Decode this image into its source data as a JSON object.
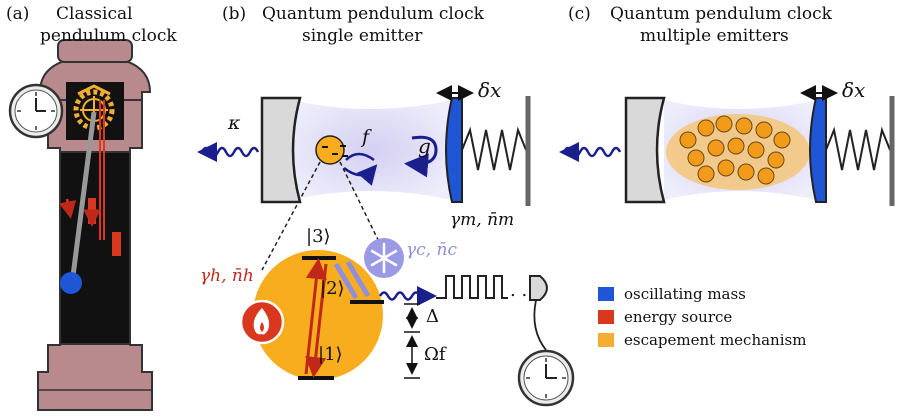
{
  "panels": {
    "a": {
      "tag": "(a)",
      "title_line1": "Classical",
      "title_line2": "pendulum clock"
    },
    "b": {
      "tag": "(b)",
      "title_line1": "Quantum pendulum clock",
      "title_line2": "single emitter"
    },
    "c": {
      "tag": "(c)",
      "title_line1": "Quantum pendulum clock",
      "title_line2": "multiple emitters"
    }
  },
  "symbols": {
    "kappa": "κ",
    "f": "f",
    "g": "g",
    "delta_x": "δx",
    "gamma_m": "γm, n̄m",
    "gamma_c": "γc, n̄c",
    "gamma_h": "γh, n̄h",
    "level3": "|3⟩",
    "level2": "|2⟩",
    "level1": "|1⟩",
    "Delta": "Δ",
    "Omega_f": "Ωf",
    "dots": ". ."
  },
  "legend": [
    {
      "label": "oscillating mass",
      "color": "#1f56d6"
    },
    {
      "label": "energy source",
      "color": "#d9381e"
    },
    {
      "label": "escapement mechanism",
      "color": "#f2ad32"
    }
  ],
  "colors": {
    "clock_body": "#b98a8d",
    "cavity_glow": "#d9d6f2",
    "mirror_blue": "#1f56d6",
    "photon_arrow": "#1a1f8c",
    "atom_orange": "#f7ad1d",
    "hot_red": "#d9381e",
    "cold_purple": "#8f8fe0"
  }
}
